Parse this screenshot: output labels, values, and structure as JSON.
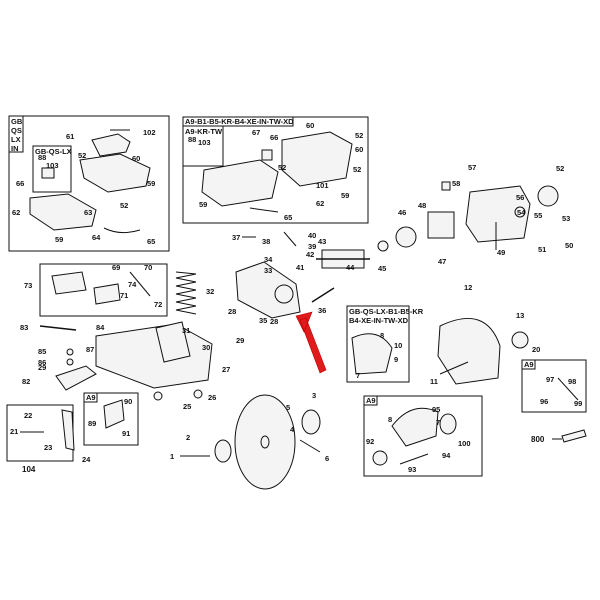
{
  "box_gb": {
    "hdr": [
      "GB",
      "QS",
      "LX",
      "IN"
    ],
    "sub": "GB-QS-LX"
  },
  "box_a9top": {
    "hdr": "A9-B1-B5-KR-B4-XE-IN-TW-XD",
    "sub": "A9-KR-TW"
  },
  "box_guard": {
    "hdr1": "GB-QS-LX-B1-B5-KR",
    "hdr2": "B4-XE-IN-TW-XD"
  },
  "box_a9_left": "A9",
  "box_a9_mid": "A9",
  "box_a9_right": "A9",
  "labels": {
    "l102": "102",
    "l61": "61",
    "l52a": "52",
    "l60a": "60",
    "l88a": "88",
    "l103a": "103",
    "l66a": "66",
    "l59a": "59",
    "l62a": "62",
    "l63": "63",
    "l52b": "52",
    "l59b": "59",
    "l64": "64",
    "l65a": "65",
    "l60b": "60",
    "l67": "67",
    "l66b": "66",
    "l88b": "88",
    "l103b": "103",
    "l52c": "52",
    "l59c": "59",
    "l65b": "65",
    "l101": "101",
    "l62b": "62",
    "l59d": "59",
    "l52d": "52",
    "l60c": "60",
    "l52e": "52",
    "l57": "57",
    "l52f": "52",
    "l58": "58",
    "l56": "56",
    "l55": "55",
    "l53": "53",
    "l54": "54",
    "l51": "51",
    "l50": "50",
    "l49": "49",
    "l46": "46",
    "l48": "48",
    "l47": "47",
    "l45": "45",
    "l44": "44",
    "l43": "43",
    "l42": "42",
    "l41": "41",
    "l40": "40",
    "l39": "39",
    "l38": "38",
    "l37": "37",
    "l34": "34",
    "l33": "33",
    "l35": "35",
    "l36": "36",
    "l28a": "28",
    "l29": "29",
    "l32": "32",
    "l69": "69",
    "l70": "70",
    "l73": "73",
    "l71": "71",
    "l72": "72",
    "l74": "74",
    "l83": "83",
    "l84": "84",
    "l85": "85",
    "l86": "86",
    "l29b": "29",
    "l87": "87",
    "l82": "82",
    "l31": "31",
    "l30": "30",
    "l27": "27",
    "l90": "90",
    "l89": "89",
    "l91": "91",
    "l25": "25",
    "l26": "26",
    "l22": "22",
    "l21": "21",
    "l23": "23",
    "l24": "24",
    "l104": "104",
    "l2": "2",
    "l1": "1",
    "l3": "3",
    "l4": "4",
    "l5": "5",
    "l6": "6",
    "l12": "12",
    "l8a": "8",
    "l10": "10",
    "l9": "9",
    "l7a": "7",
    "l11": "11",
    "l13": "13",
    "l20": "20",
    "l95": "95",
    "l92": "92",
    "l8b": "8",
    "l7b": "7",
    "l100": "100",
    "l94": "94",
    "l93": "93",
    "l97": "97",
    "l98": "98",
    "l96": "96",
    "l99": "99",
    "l800": "800",
    "l28b": "28"
  }
}
